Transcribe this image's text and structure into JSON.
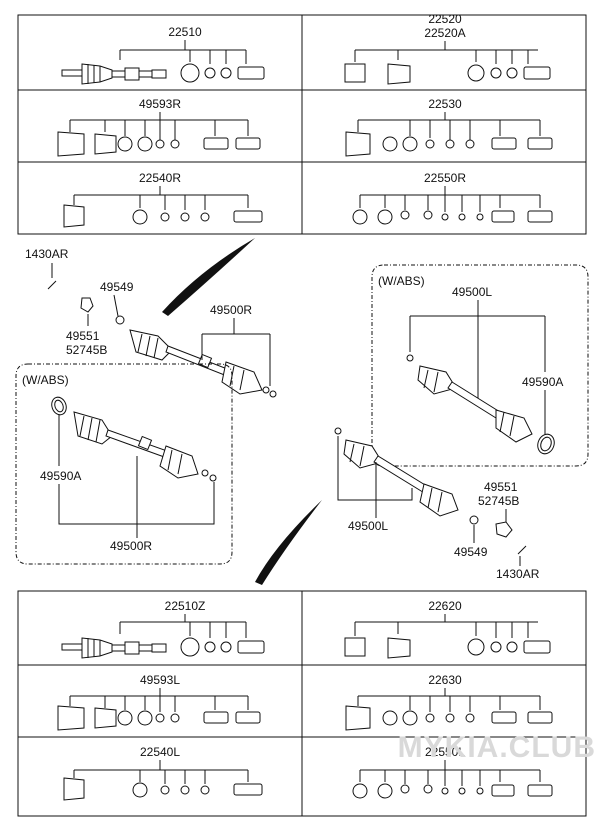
{
  "top_panels": [
    {
      "id": "22510",
      "labels": [
        "22510"
      ]
    },
    {
      "id": "22520",
      "labels": [
        "22520",
        "22520A"
      ]
    },
    {
      "id": "49593R",
      "labels": [
        "49593R"
      ]
    },
    {
      "id": "22530",
      "labels": [
        "22530"
      ]
    },
    {
      "id": "22540R",
      "labels": [
        "22540R"
      ]
    },
    {
      "id": "22550R",
      "labels": [
        "22550R"
      ]
    }
  ],
  "bottom_panels": [
    {
      "id": "22510Z",
      "labels": [
        "22510Z"
      ]
    },
    {
      "id": "22620",
      "labels": [
        "22620"
      ]
    },
    {
      "id": "49593L",
      "labels": [
        "49593L"
      ]
    },
    {
      "id": "22630",
      "labels": [
        "22630"
      ]
    },
    {
      "id": "22540L",
      "labels": [
        "22540L"
      ]
    },
    {
      "id": "22550L",
      "labels": [
        "22550L"
      ]
    }
  ],
  "middle": {
    "right_side": {
      "part_1430": "1430AR",
      "part_49549": "49549",
      "part_49551": "49551",
      "part_52745": "52745B",
      "shaft": "49500R"
    },
    "right_abs_box": {
      "title": "(W/ABS)",
      "ring": "49590A",
      "shaft": "49500R"
    },
    "left_abs_box": {
      "title": "(W/ABS)",
      "shaft": "49500L",
      "ring": "49590A"
    },
    "left_side": {
      "shaft": "49500L",
      "part_49551": "49551",
      "part_52745": "52745B",
      "part_49549": "49549",
      "part_1430": "1430AR"
    }
  },
  "watermark": "MYKIA.CLUB"
}
